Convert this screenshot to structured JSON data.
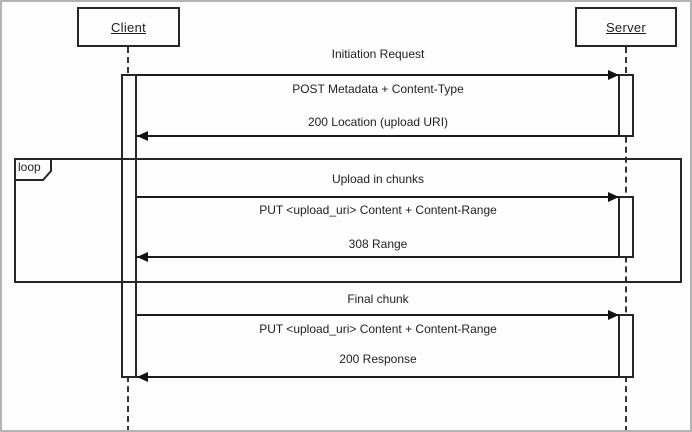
{
  "actors": {
    "client": "Client",
    "server": "Server"
  },
  "fragment": {
    "label": "loop"
  },
  "sections": [
    {
      "title": "Initiation Request",
      "request": "POST Metadata + Content-Type",
      "response": "200 Location (upload URI)"
    },
    {
      "title": "Upload in chunks",
      "request": "PUT <upload_uri> Content + Content-Range",
      "response": "308 Range"
    },
    {
      "title": "Final chunk",
      "request": "PUT <upload_uri> Content + Content-Range",
      "response": "200 Response"
    }
  ],
  "colors": {
    "line": "#1c1c1c",
    "actor_border": "#262626",
    "frame_border": "#b3b3b3",
    "background": "#fdfdfd"
  }
}
